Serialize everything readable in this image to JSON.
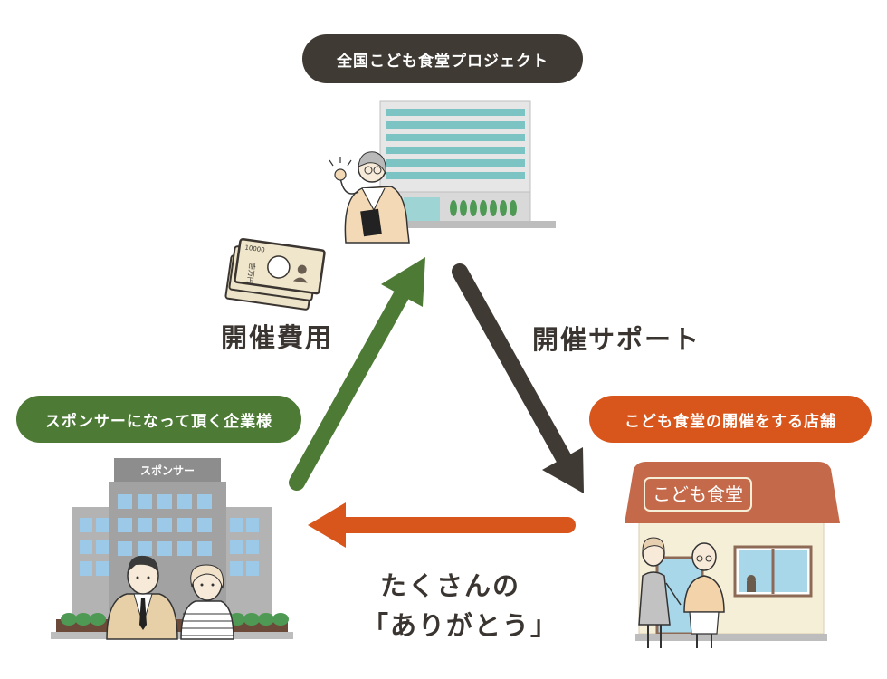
{
  "nodes": {
    "project": "全国こども食堂プロジェクト",
    "sponsor": "スポンサーになって頂く企業様",
    "store": "こども食堂の開催をする店舗"
  },
  "edges": {
    "cost": "開催費用",
    "support": "開催サポート",
    "thanks_line1": "たくさんの",
    "thanks_line2": "「ありがとう」"
  },
  "signs": {
    "sponsor_building": "スポンサー",
    "store_sign": "こども食堂"
  },
  "banknote": {
    "amount": "10000",
    "text": "壱万円"
  },
  "colors": {
    "dark": "#3f3a33",
    "green": "#4d7a35",
    "orange": "#d8561b",
    "store_roof": "#c4694a"
  }
}
